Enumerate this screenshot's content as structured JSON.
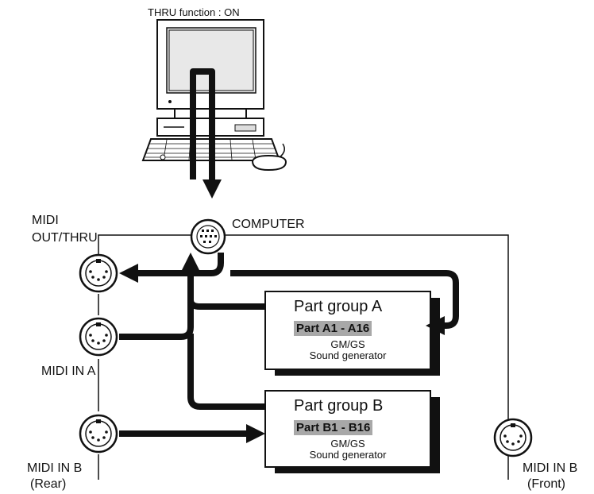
{
  "thru_status": "THRU function : ON",
  "computer_port_label": "COMPUTER",
  "connectors": {
    "midi_out_thru": [
      "MIDI",
      "OUT/THRU"
    ],
    "midi_in_a": "MIDI IN A",
    "midi_in_b_rear": [
      "MIDI IN B",
      "(Rear)"
    ],
    "midi_in_b_front": [
      "MIDI IN B",
      "(Front)"
    ]
  },
  "part_group_a": {
    "title": "Part group A",
    "range": "Part A1 - A16",
    "line1": "GM/GS",
    "line2": "Sound generator"
  },
  "part_group_b": {
    "title": "Part group B",
    "range": "Part B1 - B16",
    "line1": "GM/GS",
    "line2": "Sound generator"
  }
}
